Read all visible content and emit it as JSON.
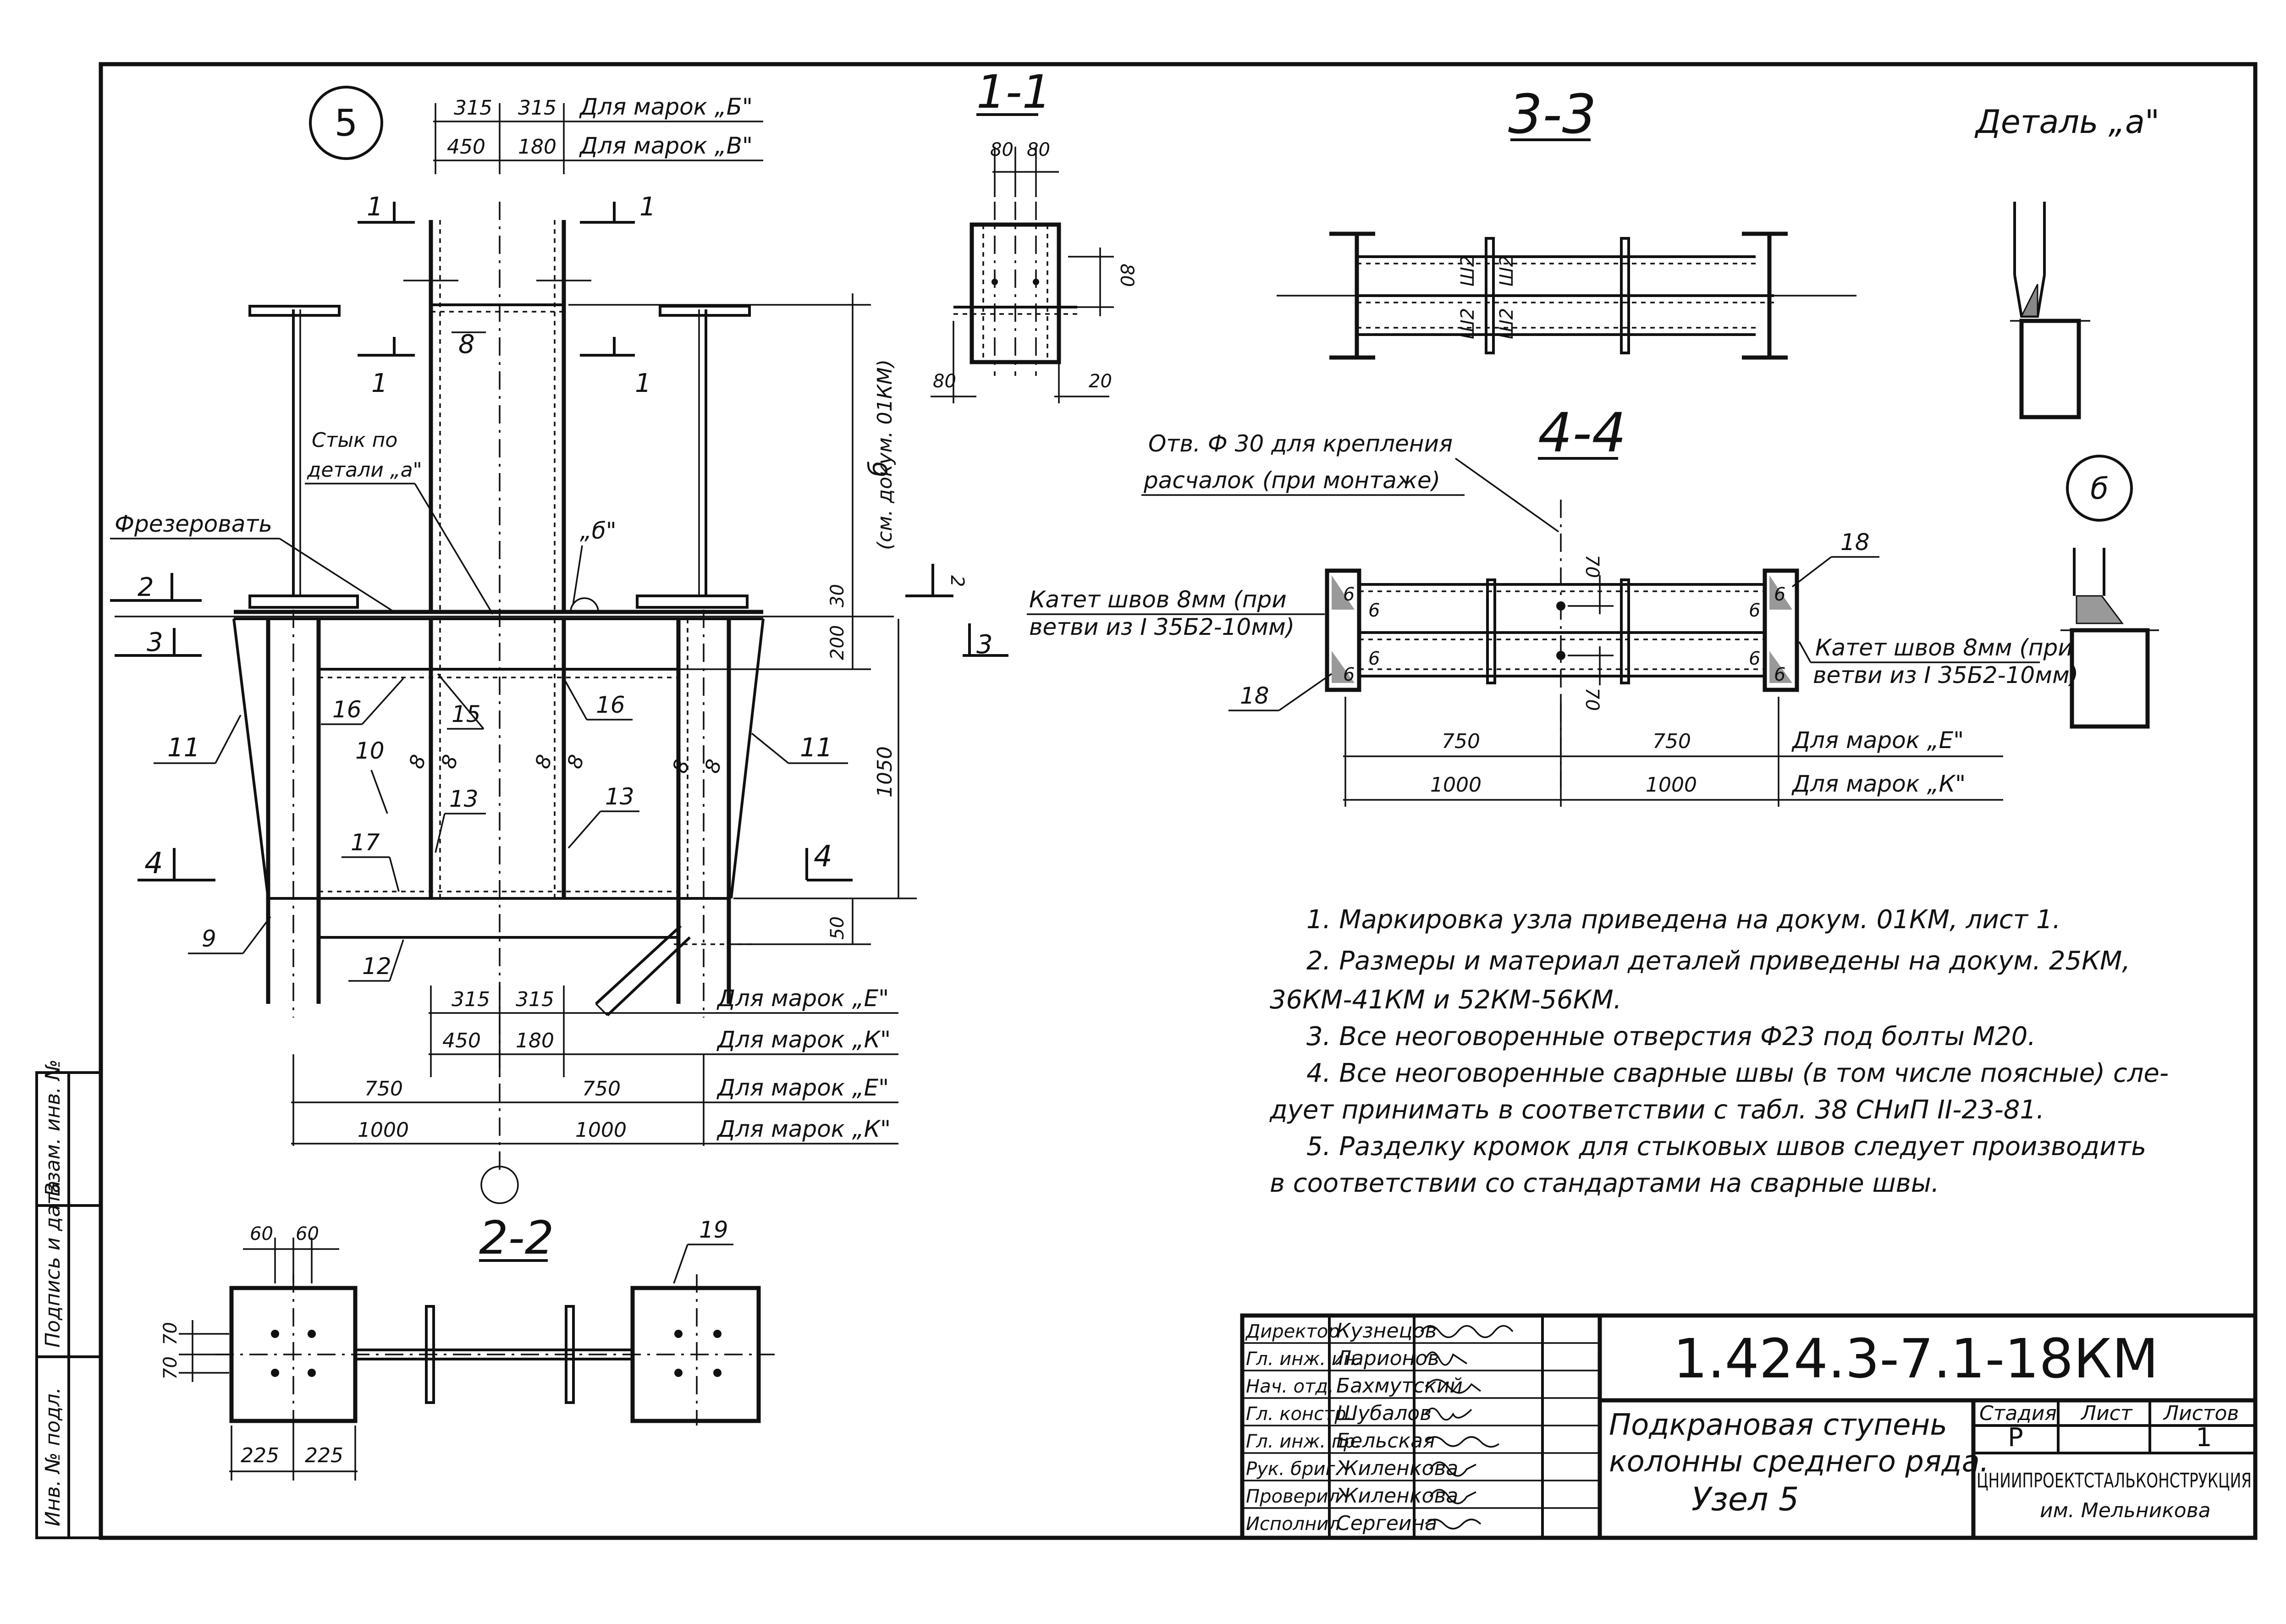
{
  "frame_marks": {
    "detail_number_circle": "5",
    "section_1_1": "1-1",
    "section_2_2": "2-2",
    "section_3_3": "3-3",
    "section_4_4": "4-4",
    "detail_a": "Деталь „а\"",
    "detail_b_circle": "б"
  },
  "main_view": {
    "dims_top": [
      {
        "left": "315",
        "right": "315",
        "label": "Для марок „Б\""
      },
      {
        "left": "450",
        "right": "180",
        "label": "Для марок „В\""
      }
    ],
    "dims_bottom": [
      {
        "left": "315",
        "right": "315",
        "label": "Для марок „Е\""
      },
      {
        "left": "450",
        "right": "180",
        "label": "Для марок „К\""
      },
      {
        "left": "750",
        "right": "750",
        "label": "Для марок „Е\""
      },
      {
        "left": "1000",
        "right": "1000",
        "label": "Для марок „К\""
      }
    ],
    "vertical_dims": {
      "b_label": "б",
      "b_note": "(см. докум. 01КМ)",
      "d30": "30",
      "d200": "200",
      "d1050": "1050",
      "d50": "50"
    },
    "annotations": {
      "joint_line1": "Стык по",
      "joint_line2": "детали „а\"",
      "mill": "Фрезеровать",
      "b_detail_ref": "„б\""
    },
    "section_cut_labels": {
      "cut1_left": "1",
      "cut1_right": "1",
      "cut1_left_low": "1",
      "cut1_right_low": "1",
      "cut2": "2",
      "cut2_right": "2",
      "cut3": "3",
      "cut3_right": "3",
      "cut4": "4",
      "cut4_right": "4"
    },
    "positions": {
      "p8": "8",
      "p9": "9",
      "p10": "10",
      "p11_left": "11",
      "p11_right": "11",
      "p12": "12",
      "p13_left": "13",
      "p13_right": "13",
      "p15": "15",
      "p16_left": "16",
      "p16_right": "16",
      "p17": "17"
    },
    "weld_marks": [
      "8",
      "8",
      "8",
      "8",
      "8",
      "8"
    ]
  },
  "section_1_1": {
    "dims_top": [
      "80",
      "80"
    ],
    "dim_side": "80",
    "dims_bottom": [
      "80",
      "20"
    ]
  },
  "section_2_2": {
    "dims_top": [
      "60",
      "60"
    ],
    "dims_side": [
      "70",
      "70"
    ],
    "dims_bottom": [
      "225",
      "225"
    ],
    "position": "19"
  },
  "section_3_3": {
    "weld_marks": [
      "Ш2",
      "Ш2",
      "Ш2",
      "Ш2"
    ]
  },
  "section_4_4": {
    "hole_note_line1": "Отв. Ф 30 для крепления",
    "hole_note_line2": "расчалок (при монтаже)",
    "weld_left_line1": "Катет швов 8мм (при",
    "weld_left_line2": "ветви из I 35Б2-10мм)",
    "weld_right_line1": "Катет швов 8мм (при",
    "weld_right_line2": "ветви из I 35Б2-10мм)",
    "pos18_top": "18",
    "pos18_bottom": "18",
    "dim70_top": "70",
    "dim70_bottom": "70",
    "weld6": [
      "6",
      "6",
      "6",
      "6",
      "6",
      "6",
      "6",
      "6"
    ],
    "dims_row1": {
      "left": "750",
      "right": "750",
      "label": "Для марок „Е\""
    },
    "dims_row2": {
      "left": "1000",
      "right": "1000",
      "label": "Для марок „К\""
    }
  },
  "notes": [
    "1. Маркировка  узла приведена  на докум. 01КМ, лист 1.",
    "2. Размеры  и  материал  деталей  приведены  на докум. 25КМ,",
    "36КМ-41КМ  и  52КМ-56КМ.",
    "3. Все  неоговоренные  отверстия  Ф23 под болты  М20.",
    "4. Все  неоговоренные  сварные  швы (в том числе  поясные) сле-",
    "дует  принимать  в соответствии  с табл. 38  СНиП II-23-81.",
    "5. Разделку  кромок  для  стыковых  швов  следует  производить",
    "в соответствии  со  стандартами  на  сварные  швы."
  ],
  "side_stamp": [
    "Инв. № подл.",
    "Подпись и дата",
    "Взам. инв. №"
  ],
  "title_block": {
    "doc_code": "1.424.3-7.1-18КМ",
    "title_line1": "Подкрановая ступень",
    "title_line2": "колонны среднего ряда.",
    "title_line3": "Узел 5",
    "stage_header": "Стадия",
    "sheet_header": "Лист",
    "sheets_header": "Листов",
    "stage_value": "Р",
    "sheet_value": "",
    "sheets_value": "1",
    "org_line1": "ЦНИИПРОЕКТСТАЛЬКОНСТРУКЦИЯ",
    "org_line2": "им. Мельникова",
    "signatures": [
      {
        "role": "Директор",
        "name": "Кузнецов"
      },
      {
        "role": "Гл. инж. ин.",
        "name": "Ларионов"
      },
      {
        "role": "Нач. отд.",
        "name": "Бахмутский"
      },
      {
        "role": "Гл. констр.",
        "name": "Шубалов"
      },
      {
        "role": "Гл. инж. пр.",
        "name": "Бельская"
      },
      {
        "role": "Рук. бриг.",
        "name": "Жиленкова"
      },
      {
        "role": "Проверил",
        "name": "Жиленкова"
      },
      {
        "role": "Исполнил",
        "name": "Сергеина"
      }
    ]
  }
}
